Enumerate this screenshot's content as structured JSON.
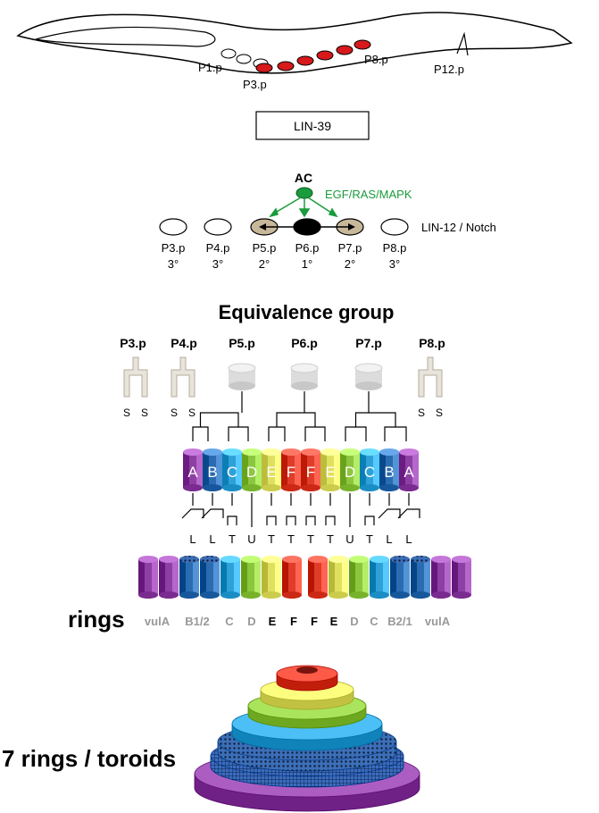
{
  "worm": {
    "labels": [
      "P1.p",
      "P3.p",
      "P8.p",
      "P12.p"
    ],
    "cells_open": 3,
    "cells_red": 6,
    "cell_fill_red": "#d7191c"
  },
  "lin39_label": "LIN-39",
  "induction": {
    "ac_label": "AC",
    "egf_label": "EGF/RAS/MAPK",
    "notch_label": "LIN-12 / Notch",
    "cells": [
      {
        "name": "P3.p",
        "fate": "3°",
        "kind": "tertiary"
      },
      {
        "name": "P4.p",
        "fate": "3°",
        "kind": "tertiary"
      },
      {
        "name": "P5.p",
        "fate": "2°",
        "kind": "secondary"
      },
      {
        "name": "P6.p",
        "fate": "1°",
        "kind": "primary"
      },
      {
        "name": "P7.p",
        "fate": "2°",
        "kind": "secondary"
      },
      {
        "name": "P8.p",
        "fate": "3°",
        "kind": "tertiary"
      }
    ],
    "colors": {
      "primary": "#000000",
      "secondary": "#c8b89a",
      "ac": "#1a9b3c",
      "signal": "#1a9b3c"
    }
  },
  "equivalence": {
    "title": "Equivalence group",
    "cell_headers": [
      "P3.p",
      "P4.p",
      "P5.p",
      "P6.p",
      "P7.p",
      "P8.p"
    ],
    "s_label": "S",
    "cylinder_letters": [
      "A",
      "B",
      "C",
      "D",
      "E",
      "F",
      "F",
      "E",
      "D",
      "C",
      "B",
      "A"
    ],
    "division_labels": [
      "L",
      "L",
      "T",
      "U",
      "T",
      "T",
      "T",
      "T",
      "U",
      "T",
      "L",
      "L"
    ]
  },
  "rings": {
    "title": "rings",
    "labels": [
      "vulA",
      "B1/2",
      "C",
      "D",
      "E",
      "F",
      "F",
      "E",
      "D",
      "C",
      "B2/1",
      "vulA"
    ],
    "label_colors": [
      "#999999",
      "#999999",
      "#999999",
      "#999999",
      "#000000",
      "#000000",
      "#000000",
      "#000000",
      "#999999",
      "#999999",
      "#999999",
      "#999999"
    ]
  },
  "toroids": {
    "title": "7 rings / toroids"
  },
  "palette": {
    "A": "#8e3fa3",
    "B": "#2b6cb0",
    "C": "#2ea2d8",
    "D": "#8cc63f",
    "E": "#e0e060",
    "F": "#e03c2a"
  }
}
